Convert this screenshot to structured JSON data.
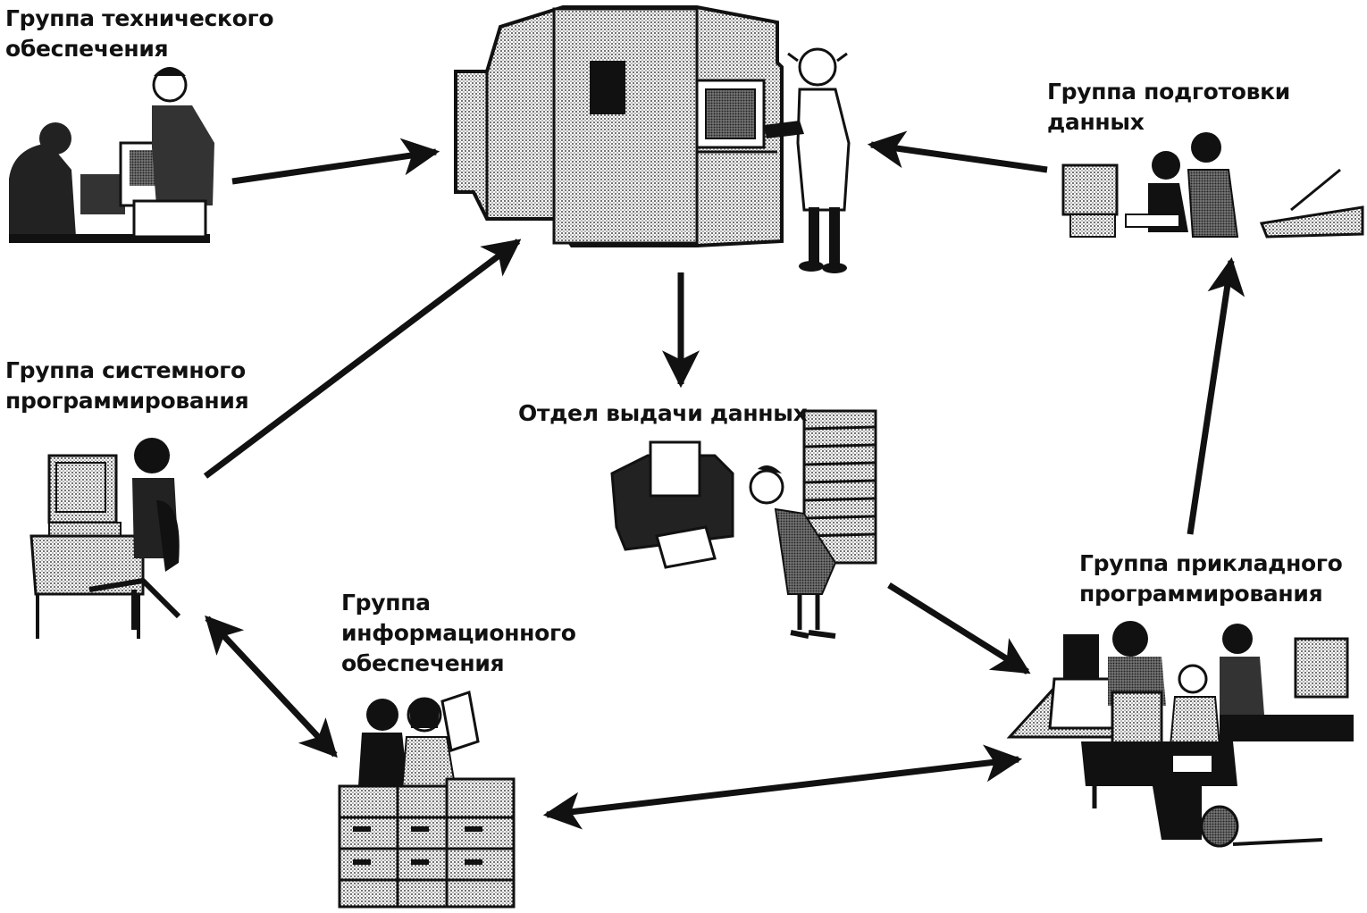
{
  "labels": {
    "tech": "Группа технического\nобеспечения",
    "data_prep": "Группа подготовки данных",
    "sys_prog": "Группа системного\nпрограммирования",
    "output": "Отдел выдачи данных",
    "app_prog": "Группа прикладного\nпрограммирования",
    "info": "Группа\nинформационного\nобеспечения"
  },
  "colors": {
    "ink": "#111111",
    "paper": "#ffffff",
    "halftone": "#9a9a9a"
  }
}
